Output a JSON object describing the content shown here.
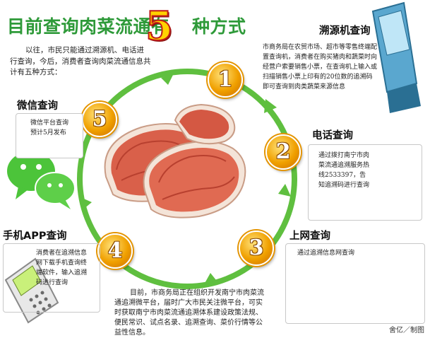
{
  "title": {
    "part1": "目前查询肉菜流通有",
    "number": "5",
    "part2": "种方式"
  },
  "intro": "以往，市民只能通过溯源机、电话进行查询，今后，消费者查询肉菜流通信息共计有五种方式：",
  "methods": [
    {
      "number": "1",
      "title": "溯源机查询",
      "desc": "市商务局在农贸市场、超市等零售终端配置查询机，消费者在购买猪肉和蔬菜时向经营户索要销售小票，在查询机上输入或扫描销售小票上印有的20位数的追溯码即可查询到肉类蔬菜来源信息"
    },
    {
      "number": "2",
      "title": "电话查询",
      "desc": "通过拨打南宁市肉菜流通追溯服务热线2533397，告知追溯码进行查询"
    },
    {
      "number": "3",
      "title": "上网查询",
      "desc": "通过追溯信息网查询"
    },
    {
      "number": "4",
      "title": "手机APP查询",
      "desc": "消费者在追溯信息网下载手机查询终端软件，输入追溯码进行查询"
    },
    {
      "number": "5",
      "title": "微信查询",
      "desc": "微信平台查询预计5月发布"
    }
  ],
  "bottom_text": "目前，市商务局正在组织开发南宁市肉菜流通追溯微平台，届时广大市民关注微平台，可实时获取南宁市肉菜流通追溯体系建设政策法规、便民常识、试点名录、追溯查询、菜价行情等公益性信息。",
  "credit": "舍亿／制图",
  "colors": {
    "title_green": "#2e9a39",
    "ring_green": "#5fbf3f",
    "badge_orange": "#f0a000",
    "number_yellow": "#ffd200",
    "number_red": "#c01c18"
  }
}
